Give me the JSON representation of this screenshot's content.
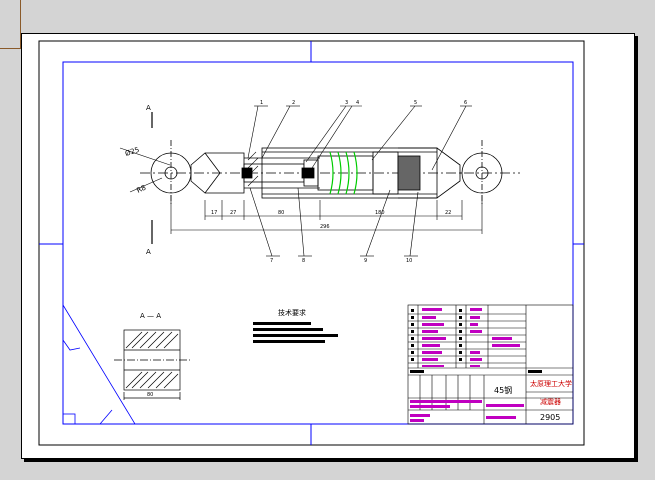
{
  "colors": {
    "background": "#d4d4d4",
    "paper": "#ffffff",
    "border_blue": "#0000ff",
    "line_black": "#000000",
    "title_block_magenta": "#c000c0",
    "spring_green": "#00cc00",
    "red_text": "#cc0000"
  },
  "dimensions": {
    "diameter_top": "Ø25",
    "radius": "R8",
    "dim_17": "17",
    "dim_27": "27",
    "dim_80": "80",
    "dim_180": "180",
    "dim_22": "22",
    "dim_overall": "296",
    "dim_section": "80"
  },
  "balloons": [
    "1",
    "2",
    "3",
    "4",
    "5",
    "6",
    "7",
    "8",
    "9",
    "10"
  ],
  "section": {
    "label_top": "A",
    "label_bottom": "A",
    "view_title": "A — A"
  },
  "technical_requirements": {
    "title": "技术要求"
  },
  "title_block": {
    "material": "45钢",
    "school": "太原理工大学",
    "part_name": "减震器",
    "drawing_number": "2905"
  }
}
